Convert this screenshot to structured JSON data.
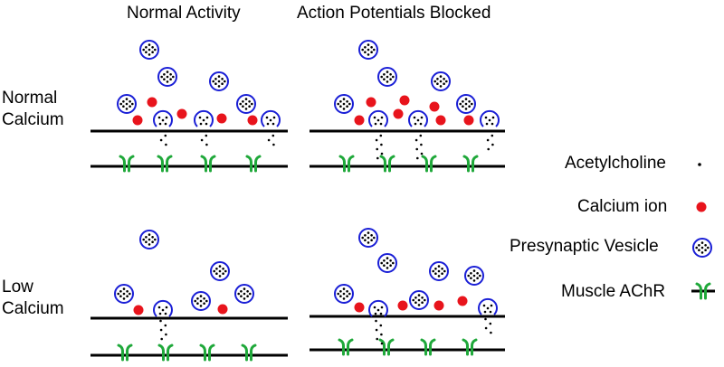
{
  "columns": [
    {
      "title": "Normal Activity"
    },
    {
      "title": "Action Potentials Blocked"
    }
  ],
  "rows": [
    {
      "label_line1": "Normal",
      "label_line2": "Calcium"
    },
    {
      "label_line1": "Low",
      "label_line2": "Calcium"
    }
  ],
  "legend": [
    {
      "label": "Acetylcholine",
      "icon": "acetylcholine-dot-icon"
    },
    {
      "label": "Calcium ion",
      "icon": "calcium-ion-icon"
    },
    {
      "label": "Presynaptic Vesicle",
      "icon": "presynaptic-vesicle-icon"
    },
    {
      "label": "Muscle AChR",
      "icon": "muscle-achr-receptor-icon"
    }
  ],
  "colors": {
    "vesicle_outline": "#1a1fd6",
    "calcium_ion": "#e8141c",
    "receptor": "#1fa83a",
    "membrane": "#000000",
    "acetylcholine": "#000000"
  }
}
